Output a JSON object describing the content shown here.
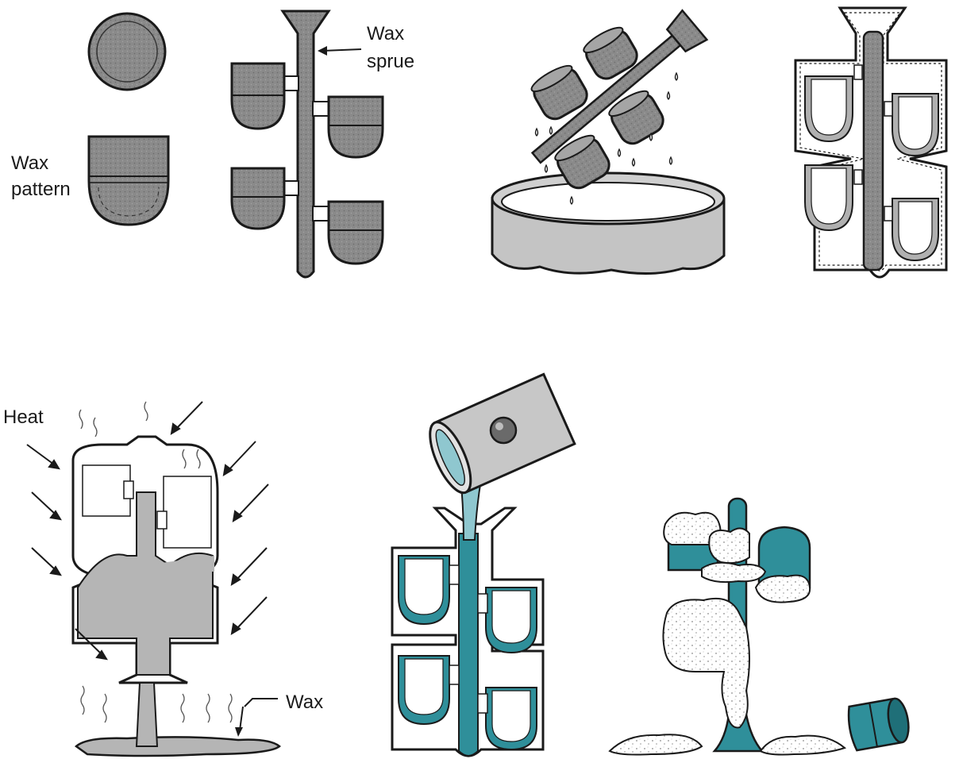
{
  "labels": {
    "wax_pattern_line1": "Wax",
    "wax_pattern_line2": "pattern",
    "wax_sprue_line1": "Wax",
    "wax_sprue_line2": "sprue",
    "heat": "Heat",
    "wax": "Wax"
  },
  "colors": {
    "wax_gray": "#8e8e8e",
    "wax_dark": "#5e5e5e",
    "metal_teal": "#2f8f9a",
    "metal_teal_dark": "#1f6f78",
    "ceramic_white": "#ffffff",
    "outline": "#1a1a1a",
    "melted_wax": "#b5b5b5"
  },
  "icons": [
    "wax-pattern-icon",
    "wax-tree-icon",
    "slurry-dip-icon",
    "ceramic-shell-icon",
    "dewax-heat-icon",
    "pouring-ladle-icon",
    "knockout-casting-icon"
  ]
}
